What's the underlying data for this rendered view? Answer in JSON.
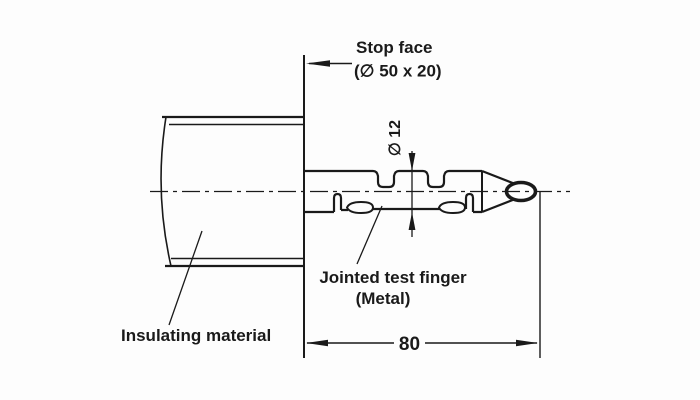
{
  "figure": {
    "kind": "technical-drawing",
    "labels": {
      "stop_face_line1": "Stop face",
      "stop_face_line2": "(∅ 50 x 20)",
      "diameter_label": "∅ 12",
      "finger_label_line1": "Jointed test finger",
      "finger_label_line2": "(Metal)",
      "insulating_label": "Insulating material",
      "length_label": "80"
    },
    "colors": {
      "ink": "#1a1a1a",
      "background": "#fdfdfd"
    }
  }
}
